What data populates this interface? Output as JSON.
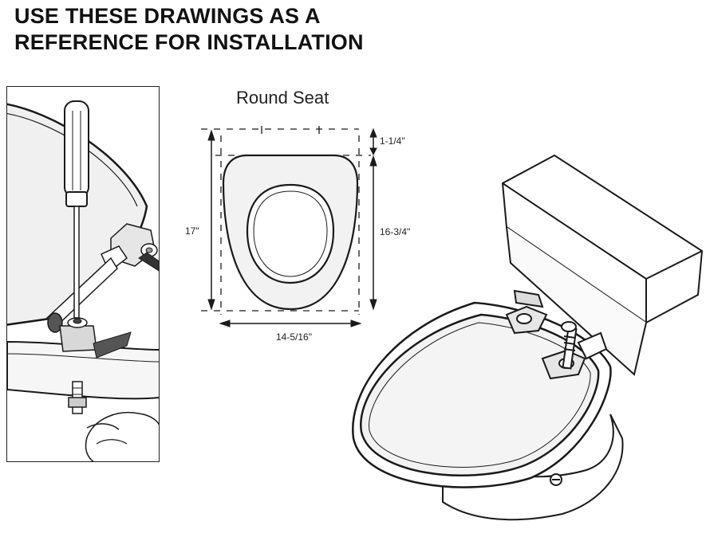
{
  "heading": {
    "line1": "USE THESE DRAWINGS AS A",
    "line2": "REFERENCE FOR INSTALLATION"
  },
  "seat_diagram": {
    "title": "Round Seat",
    "dimensions": {
      "overall_length": "17\"",
      "front_to_hinge": "16-3/4\"",
      "hinge_offset": "1-1/4\"",
      "width": "14-5/16\""
    }
  },
  "colors": {
    "line": "#1a1a1a",
    "fill": "#f2f2f2",
    "background": "#ffffff"
  }
}
